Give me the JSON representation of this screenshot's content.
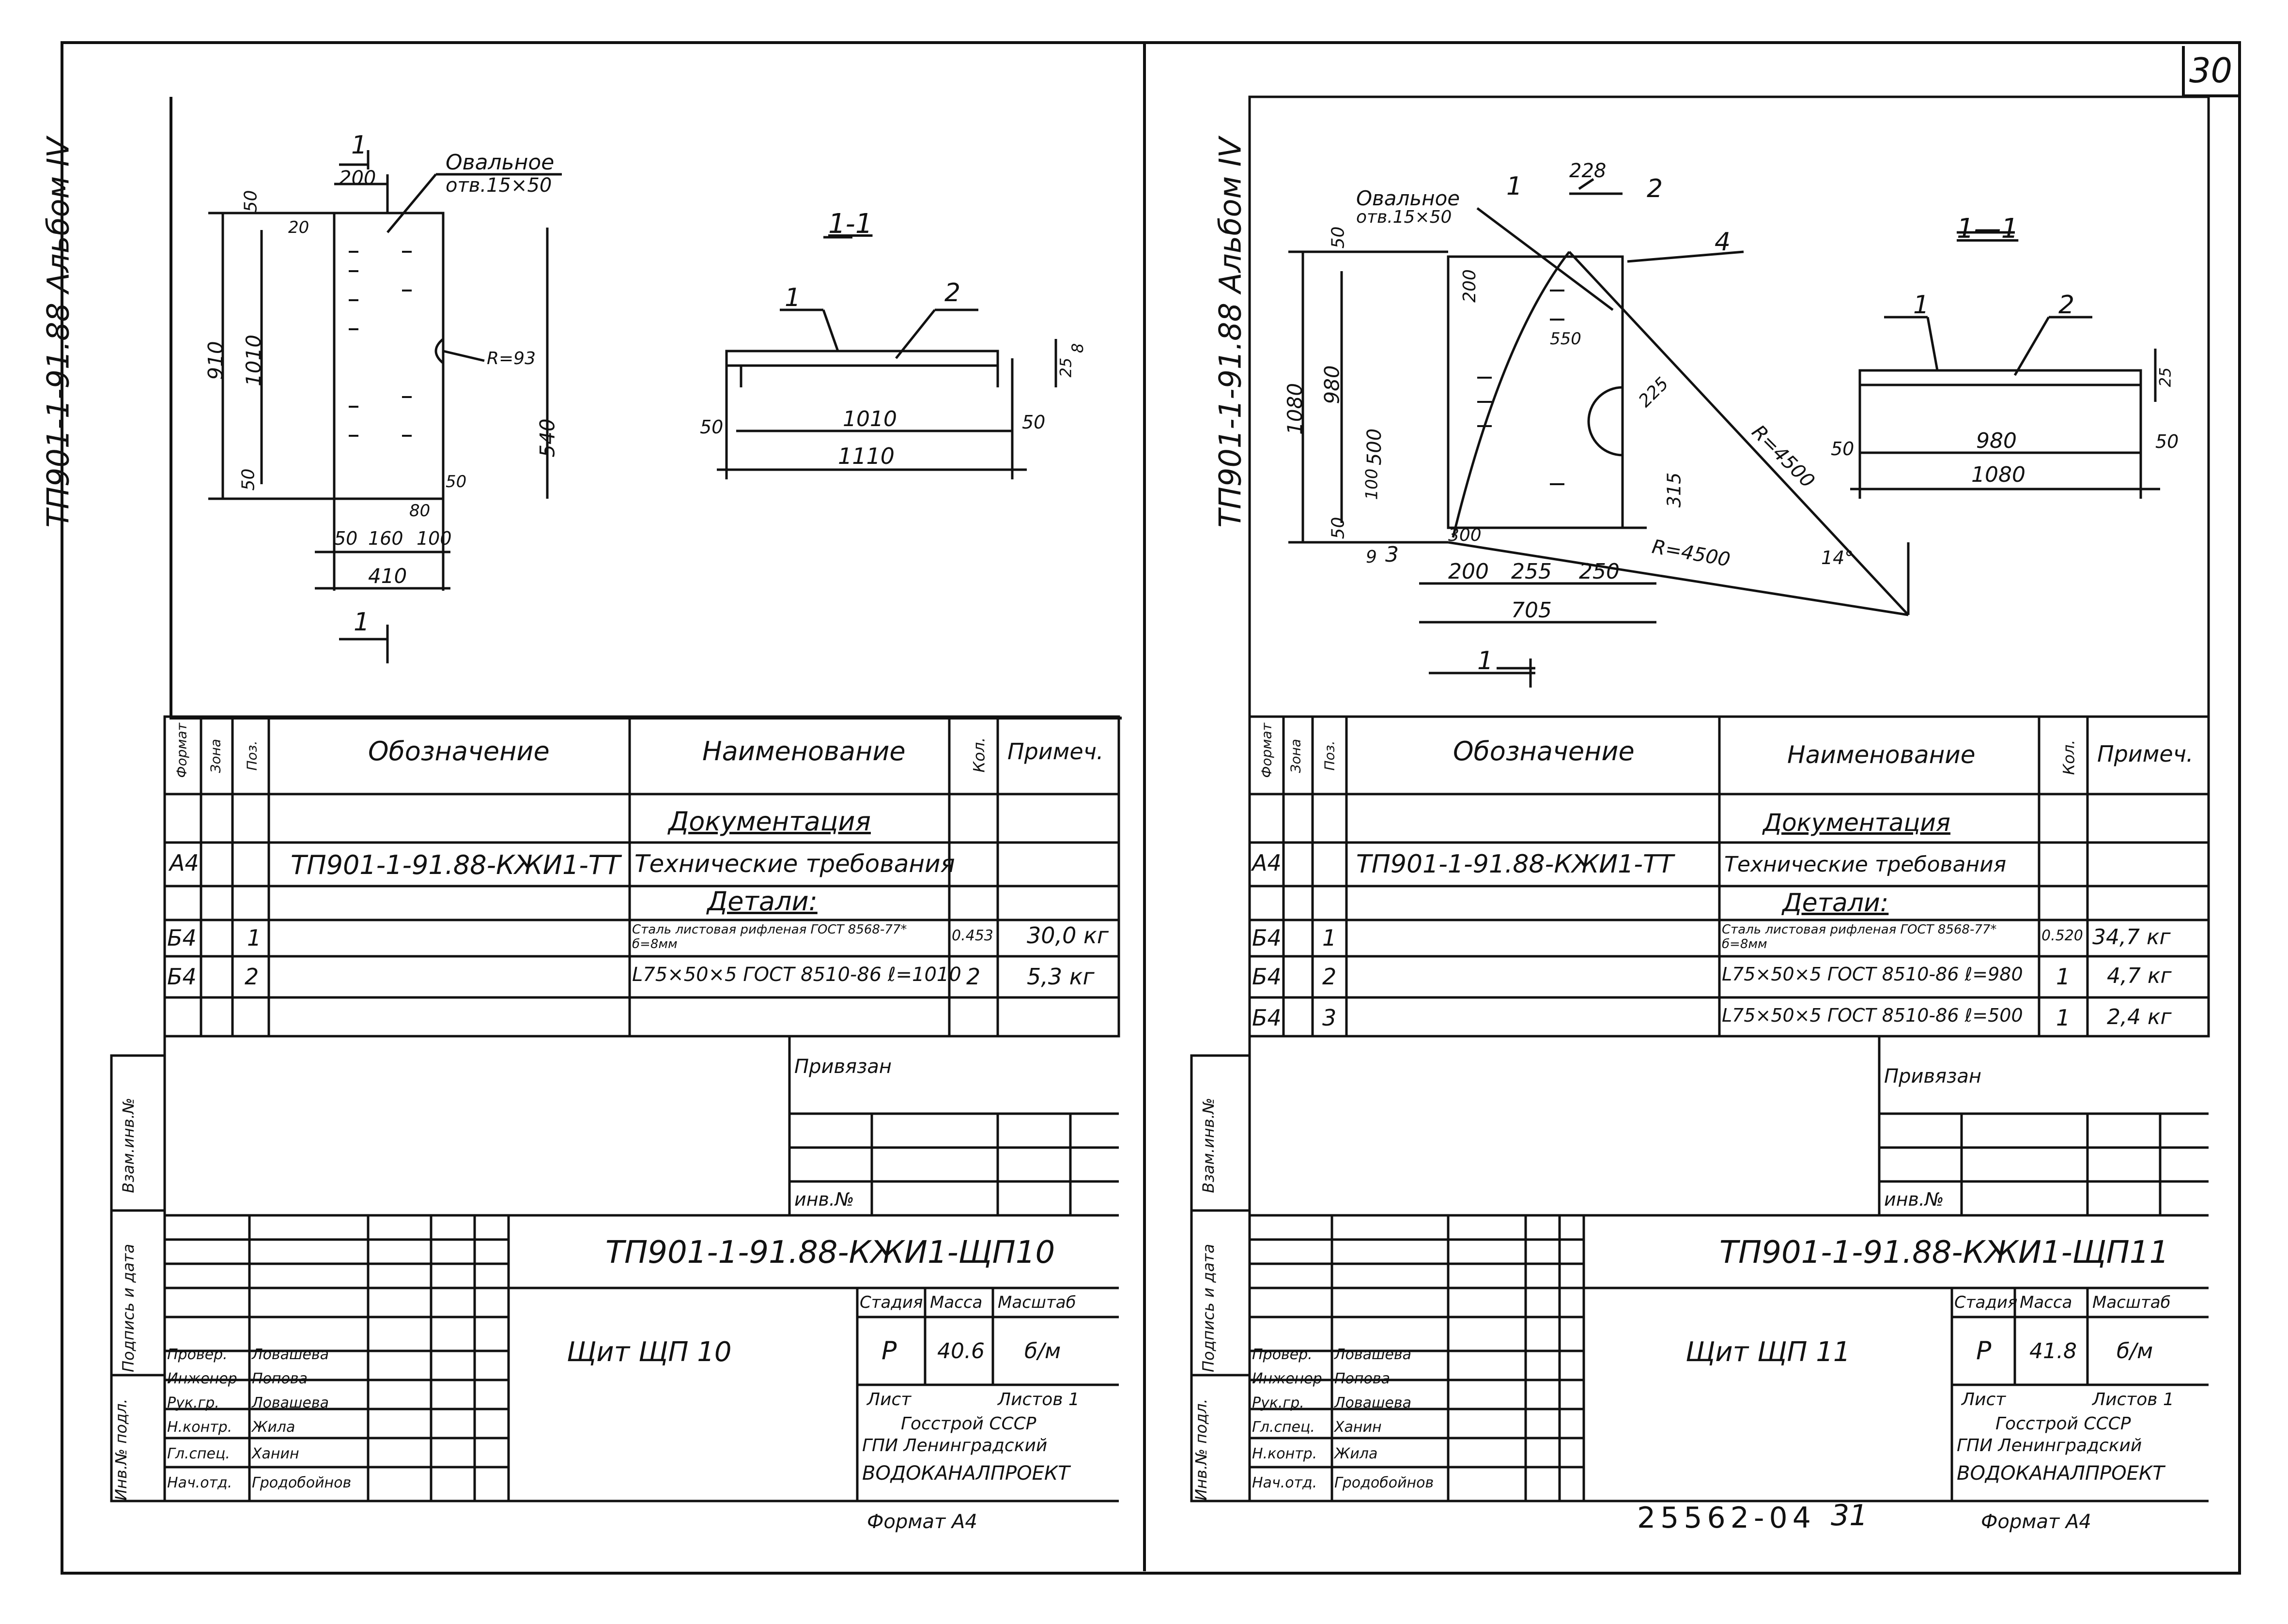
{
  "page_number": "30",
  "footer_code": "25562-04",
  "footer_sheet": "31",
  "left": {
    "side_title": "ТП901-1-91.88 Альбом IV",
    "hole_note": [
      "Овальное",
      "отв.15×50"
    ],
    "section_label": "1-1",
    "section_mark": "1",
    "labels": {
      "pos1": "1",
      "pos2": "2",
      "r": "R=93"
    },
    "dims": {
      "d200": "200",
      "d50a": "50",
      "d20": "20",
      "d910": "910",
      "d1010": "1010",
      "d540": "540",
      "d50b": "50",
      "d50c": "50",
      "d80": "80",
      "d50d": "50",
      "d160": "160",
      "d100": "100",
      "d410": "410",
      "d1010b": "1010",
      "d1110": "1110",
      "d50e": "50",
      "d50f": "50",
      "d25": "25",
      "d8": "8"
    },
    "table": {
      "headers": [
        "Формат",
        "Зона",
        "Поз.",
        "Обозначение",
        "Наименование",
        "Кол.",
        "Примеч."
      ],
      "rows": [
        {
          "fmt": "",
          "zone": "",
          "pos": "",
          "code": "",
          "name": "Документация",
          "qty": "",
          "note": ""
        },
        {
          "fmt": "А4",
          "zone": "",
          "pos": "",
          "code": "ТП901-1-91.88-КЖИ1-ТТ",
          "name": "Технические требования",
          "qty": "",
          "note": ""
        },
        {
          "fmt": "",
          "zone": "",
          "pos": "",
          "code": "",
          "name": "Детали:",
          "qty": "",
          "note": ""
        },
        {
          "fmt": "Б4",
          "zone": "",
          "pos": "1",
          "code": "",
          "name": "Сталь листовая рифленая ГОСТ 8568-77* б=8мм",
          "qty": "0.453",
          "note": "30,0 кг"
        },
        {
          "fmt": "Б4",
          "zone": "",
          "pos": "2",
          "code": "",
          "name": "L75×50×5 ГОСТ 8510-86 ℓ=1010",
          "qty": "2",
          "note": "5,3 кг"
        },
        {
          "fmt": "",
          "zone": "",
          "pos": "",
          "code": "",
          "name": "",
          "qty": "",
          "note": ""
        }
      ]
    },
    "stamp": {
      "binding": "Привязан",
      "inv": "инв.№",
      "side": [
        "Инв.№ подл.",
        "Подпись и дата",
        "Взам.инв.№"
      ],
      "code": "ТП901-1-91.88-КЖИ1-ЩП10",
      "title": "Щит ЩП 10",
      "col_heads": [
        "Стадия",
        "Масса",
        "Масштаб"
      ],
      "stage": "Р",
      "mass": "40.6",
      "scale": "б/м",
      "sheet_label": "Лист",
      "sheets_label": "Листов 1",
      "org": [
        "Госстрой СССР",
        "ГПИ Ленинградский",
        "ВОДОКАНАЛПРОЕКТ"
      ],
      "people": [
        {
          "role": "Провер.",
          "name": "Ловашева"
        },
        {
          "role": "Инженер",
          "name": "Попова"
        },
        {
          "role": "Рук.гр.",
          "name": "Ловашева"
        },
        {
          "role": "Н.контр.",
          "name": "Жила"
        },
        {
          "role": "Гл.спец.",
          "name": "Ханин"
        },
        {
          "role": "Нач.отд.",
          "name": "Гродобойнов"
        }
      ],
      "format": "Формат А4"
    }
  },
  "right": {
    "side_title": "ТП901-1-91.88 Альбом IV",
    "hole_note": [
      "Овальное",
      "отв.15×50"
    ],
    "section_label": "1—1",
    "section_mark": "1",
    "labels": {
      "pos1": "1",
      "pos2": "2",
      "pos3": "3",
      "pos4": "4",
      "r1": "R=4500",
      "r2": "R=4500",
      "angle": "14°"
    },
    "dims": {
      "d228": "228",
      "d50a": "50",
      "d200": "200",
      "d550": "550",
      "d225": "225",
      "d1080": "1080",
      "d980": "980",
      "d500": "500",
      "d100": "100",
      "d50b": "50",
      "d315": "315",
      "d300": "300",
      "d9": "9",
      "d200b": "200",
      "d255": "255",
      "d250": "250",
      "d705": "705",
      "d980b": "980",
      "d1080b": "1080",
      "d50c": "50",
      "d50d": "50",
      "d25": "25"
    },
    "table": {
      "headers": [
        "Формат",
        "Зона",
        "Поз.",
        "Обозначение",
        "Наименование",
        "Кол.",
        "Примеч."
      ],
      "rows": [
        {
          "fmt": "",
          "zone": "",
          "pos": "",
          "code": "",
          "name": "Документация",
          "qty": "",
          "note": ""
        },
        {
          "fmt": "А4",
          "zone": "",
          "pos": "",
          "code": "ТП901-1-91.88-КЖИ1-ТТ",
          "name": "Технические требования",
          "qty": "",
          "note": ""
        },
        {
          "fmt": "",
          "zone": "",
          "pos": "",
          "code": "",
          "name": "Детали:",
          "qty": "",
          "note": ""
        },
        {
          "fmt": "Б4",
          "zone": "",
          "pos": "1",
          "code": "",
          "name": "Сталь листовая рифленая ГОСТ 8568-77* б=8мм",
          "qty": "0.520",
          "note": "34,7 кг"
        },
        {
          "fmt": "Б4",
          "zone": "",
          "pos": "2",
          "code": "",
          "name": "L75×50×5 ГОСТ 8510-86 ℓ=980",
          "qty": "1",
          "note": "4,7 кг"
        },
        {
          "fmt": "Б4",
          "zone": "",
          "pos": "3",
          "code": "",
          "name": "L75×50×5 ГОСТ 8510-86 ℓ=500",
          "qty": "1",
          "note": "2,4 кг"
        }
      ]
    },
    "stamp": {
      "binding": "Привязан",
      "inv": "инв.№",
      "side": [
        "Инв.№ подл.",
        "Подпись и дата",
        "Взам.инв.№"
      ],
      "code": "ТП901-1-91.88-КЖИ1-ЩП11",
      "title": "Щит ЩП 11",
      "col_heads": [
        "Стадия",
        "Масса",
        "Масштаб"
      ],
      "stage": "Р",
      "mass": "41.8",
      "scale": "б/м",
      "sheet_label": "Лист",
      "sheets_label": "Листов 1",
      "org": [
        "Госстрой СССР",
        "ГПИ Ленинградский",
        "ВОДОКАНАЛПРОЕКТ"
      ],
      "people": [
        {
          "role": "Провер.",
          "name": "Ловашева"
        },
        {
          "role": "Инженер",
          "name": "Попова"
        },
        {
          "role": "Рук.гр.",
          "name": "Ловашева"
        },
        {
          "role": "Гл.спец.",
          "name": "Ханин"
        },
        {
          "role": "Н.контр.",
          "name": "Жила"
        },
        {
          "role": "Нач.отд.",
          "name": "Гродобойнов"
        }
      ],
      "format": "Формат А4"
    }
  }
}
